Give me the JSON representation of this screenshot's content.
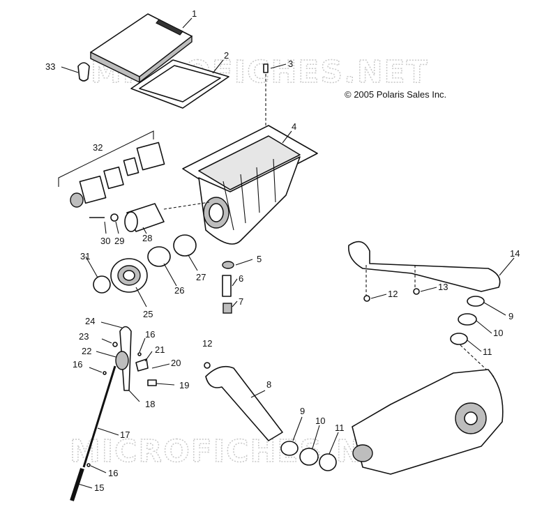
{
  "copyright": "© 2005 Polaris Sales Inc.",
  "watermarks": [
    "MICROFICHES.NET",
    "MICROFICHES.NET"
  ],
  "callouts": [
    {
      "id": "c1",
      "text": "1"
    },
    {
      "id": "c2",
      "text": "2"
    },
    {
      "id": "c3",
      "text": "3"
    },
    {
      "id": "c4",
      "text": "4"
    },
    {
      "id": "c5",
      "text": "5"
    },
    {
      "id": "c6",
      "text": "6"
    },
    {
      "id": "c7",
      "text": "7"
    },
    {
      "id": "c8",
      "text": "8"
    },
    {
      "id": "c9a",
      "text": "9"
    },
    {
      "id": "c9b",
      "text": "9"
    },
    {
      "id": "c10a",
      "text": "10"
    },
    {
      "id": "c10b",
      "text": "10"
    },
    {
      "id": "c11a",
      "text": "11"
    },
    {
      "id": "c11b",
      "text": "11"
    },
    {
      "id": "c12a",
      "text": "12"
    },
    {
      "id": "c12b",
      "text": "12"
    },
    {
      "id": "c13",
      "text": "13"
    },
    {
      "id": "c14",
      "text": "14"
    },
    {
      "id": "c15",
      "text": "15"
    },
    {
      "id": "c16a",
      "text": "16"
    },
    {
      "id": "c16b",
      "text": "16"
    },
    {
      "id": "c16c",
      "text": "16"
    },
    {
      "id": "c17",
      "text": "17"
    },
    {
      "id": "c18",
      "text": "18"
    },
    {
      "id": "c19",
      "text": "19"
    },
    {
      "id": "c20",
      "text": "20"
    },
    {
      "id": "c21",
      "text": "21"
    },
    {
      "id": "c22",
      "text": "22"
    },
    {
      "id": "c23",
      "text": "23"
    },
    {
      "id": "c24",
      "text": "24"
    },
    {
      "id": "c25",
      "text": "25"
    },
    {
      "id": "c26",
      "text": "26"
    },
    {
      "id": "c27",
      "text": "27"
    },
    {
      "id": "c28",
      "text": "28"
    },
    {
      "id": "c29",
      "text": "29"
    },
    {
      "id": "c30",
      "text": "30"
    },
    {
      "id": "c31",
      "text": "31"
    },
    {
      "id": "c32",
      "text": "32"
    },
    {
      "id": "c33",
      "text": "33"
    }
  ]
}
